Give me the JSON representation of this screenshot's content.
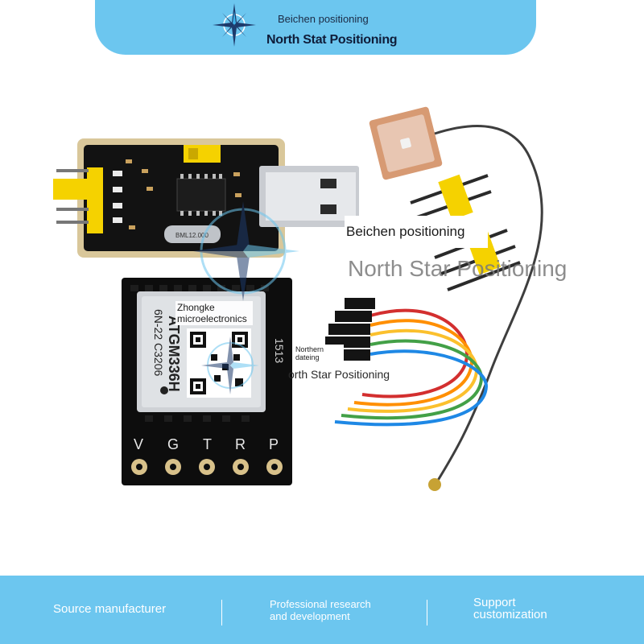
{
  "header": {
    "brand_sub": "Beichen positioning",
    "brand_main": "North Stat Positioning",
    "logo_icon": "compass-star-icon"
  },
  "captions": {
    "big_1": "Beichen positioning",
    "big_2": "North Star Positioning",
    "small_1": "Zhongke microelectronics",
    "small_2": "Northern dateing",
    "small_3": "orth Star Positioning"
  },
  "module": {
    "pin_labels": [
      "V",
      "G",
      "T",
      "R",
      "P"
    ],
    "chip_text_1": "ATGM336H",
    "chip_text_2": "6N-22 C3206",
    "side_text": "1513"
  },
  "usb_board": {
    "crystal_text": "BML12.000"
  },
  "footer": {
    "items": [
      {
        "label": "Source manufacturer"
      },
      {
        "label": "Professional research and development"
      },
      {
        "label": "Support customization"
      }
    ]
  },
  "colors": {
    "accent": "#6cc6ef",
    "pcb_dark": "#111111",
    "pin_yellow": "#f5d200"
  }
}
